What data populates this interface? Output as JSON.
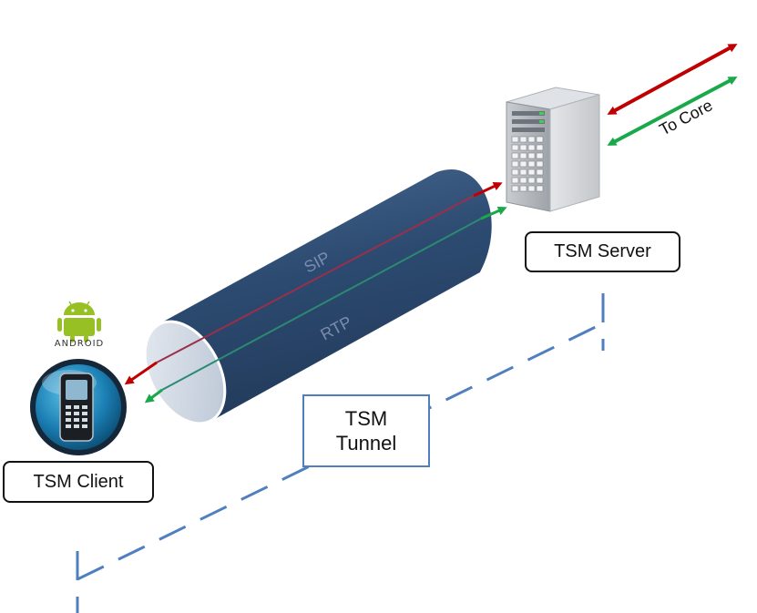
{
  "nodes": {
    "server": {
      "label": "TSM Server"
    },
    "client": {
      "label": "TSM Client"
    },
    "tunnel": {
      "label_line1": "TSM",
      "label_line2": "Tunnel"
    }
  },
  "channels": {
    "sip": "SIP",
    "rtp": "RTP",
    "to_core": "To Core"
  },
  "branding": {
    "android_text": "ANDROID",
    "android_logo": "android-robot-icon"
  },
  "colors": {
    "sip_arrow": "#c00000",
    "rtp_arrow": "#19a84a",
    "tunnel_fill": "#2f4b6e",
    "dashed_line": "#4f7fbf"
  }
}
